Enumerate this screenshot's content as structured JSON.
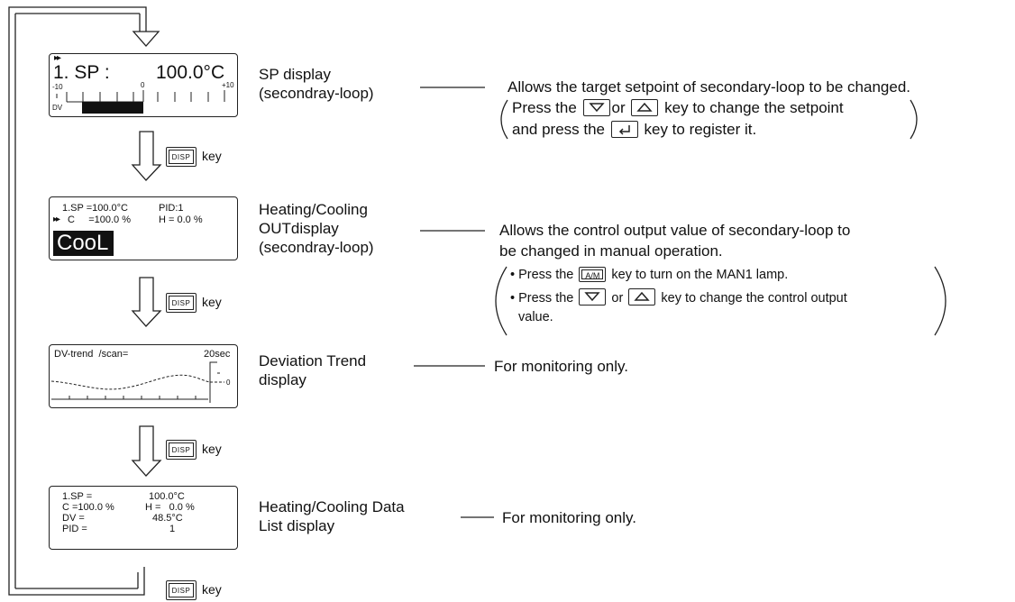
{
  "screens": {
    "sp": {
      "marker": "▸▸",
      "line": "1. SP :",
      "value": "100.0°C",
      "scale_min": "-10",
      "scale_zero": "0",
      "scale_max": "+10",
      "dv_label": "DV"
    },
    "heatcool": {
      "line1": "1.SP =100.0°C",
      "pid": "PID:1",
      "line2_marker": "▸▸",
      "line2": "C     =100.0 %",
      "h": "H = 0.0 %",
      "big": "CooL"
    },
    "trend": {
      "title": "DV-trend  /scan=",
      "scan": "20sec",
      "zero": "0"
    },
    "datalist": {
      "rows": [
        {
          "label": "1.SP  =",
          "value": "100.0°C"
        },
        {
          "label": "C =100.0 %",
          "value": "H =   0.0 %"
        },
        {
          "label": "DV   =",
          "value": "48.5°C"
        },
        {
          "label": "PID  =",
          "value": "1"
        }
      ]
    }
  },
  "labels": {
    "sp": [
      "SP display",
      "(secondray-loop)"
    ],
    "heatcool": [
      "Heating/Cooling",
      "OUTdisplay",
      "(secondray-loop)"
    ],
    "trend": [
      "Deviation Trend",
      "display"
    ],
    "datalist": [
      "Heating/Cooling Data",
      "List display"
    ]
  },
  "descriptions": {
    "sp_main": "Allows the target setpoint of secondary-loop to be changed.",
    "sp_note1_a": "Press the",
    "sp_note1_b": "or",
    "sp_note1_c": "key to change the setpoint",
    "sp_note2_a": "and press the",
    "sp_note2_b": "key to register it.",
    "hc_main1": "Allows the control output value of secondary-loop to",
    "hc_main2": "be changed in manual operation.",
    "hc_b1_a": "• Press the",
    "hc_b1_b": "key to turn on the MAN1 lamp.",
    "hc_b2_a": "• Press the",
    "hc_b2_b": "or",
    "hc_b2_c": "key to change the control output",
    "hc_b3": "value.",
    "trend": "For monitoring only.",
    "datalist": "For monitoring only."
  },
  "keys": {
    "disp": "DISP",
    "key_word": "key",
    "am": "A/M"
  }
}
